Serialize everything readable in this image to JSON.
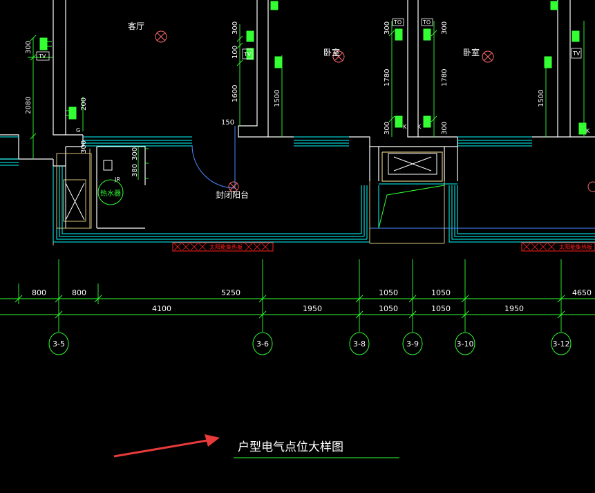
{
  "title": "户型电气点位大样图",
  "rooms": {
    "living": "客厅",
    "bedroom1": "卧室",
    "bedroom2": "卧室",
    "balcony": "封闭阳台",
    "water_heater": "热水器"
  },
  "red_labels": [
    "太阳能集热板",
    "太阳能集热板"
  ],
  "dims": {
    "top_row": [
      "800",
      "800",
      "5250",
      "1050",
      "1050",
      "4650"
    ],
    "bottom_row": [
      "4100",
      "1950",
      "1050",
      "1050",
      "1950"
    ],
    "vertical_left": [
      "300",
      "2080"
    ],
    "vertical_mid": [
      "300",
      "100",
      "1600",
      "150",
      "1500"
    ],
    "vertical_b1": [
      "300",
      "1780",
      "300",
      "300",
      "1780",
      "300"
    ],
    "vertical_right": [
      "1500"
    ],
    "small": [
      "200",
      "300",
      "300",
      "380"
    ]
  },
  "axes": [
    "3-5",
    "3-6",
    "3-8",
    "3-9",
    "3-10",
    "3-12"
  ],
  "socket_tags": [
    "TV",
    "G",
    "TV",
    "TO",
    "TO",
    "K",
    "K",
    "TV",
    "K",
    "JR"
  ],
  "colors": {
    "background": "#000000",
    "wall": "#ffffff",
    "dimension": "#33ff33",
    "window": "#00ffff",
    "arrow": "#e83a3a",
    "red_hatch": "#ff2020",
    "furniture": "#d8c27a"
  }
}
